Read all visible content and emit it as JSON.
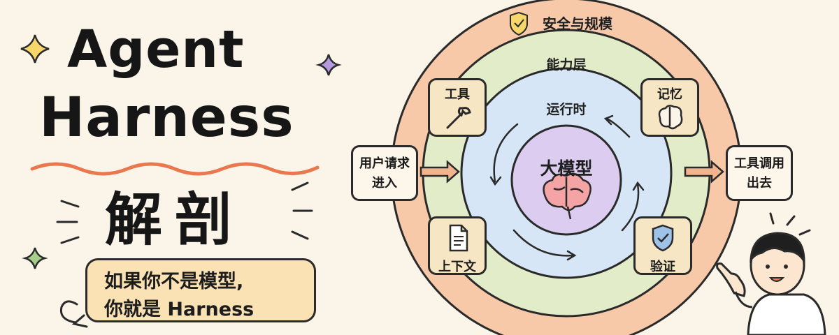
{
  "title": {
    "line1": "Agent",
    "line2": "Harness",
    "line3": "解剖"
  },
  "callout": {
    "line1": "如果你不是模型,",
    "line2_prefix": "你就是",
    "line2_highlight": "Harness"
  },
  "rings": {
    "outer": "安全与规模",
    "capability": "能力层",
    "runtime": "运行时",
    "core": "大模型"
  },
  "components": {
    "tools": "工具",
    "memory": "记忆",
    "context": "上下文",
    "verify": "验证"
  },
  "io": {
    "input_line1": "用户请求",
    "input_line2": "进入",
    "output_line1": "工具调用",
    "output_line2": "出去"
  },
  "colors": {
    "outer_ring": "#f7c9a8",
    "capability_ring": "#e3ecc8",
    "runtime_ring": "#d6e6f7",
    "core": "#dccdf0",
    "box_fill": "#f6e6c4",
    "accent_orange": "#e9784f"
  }
}
